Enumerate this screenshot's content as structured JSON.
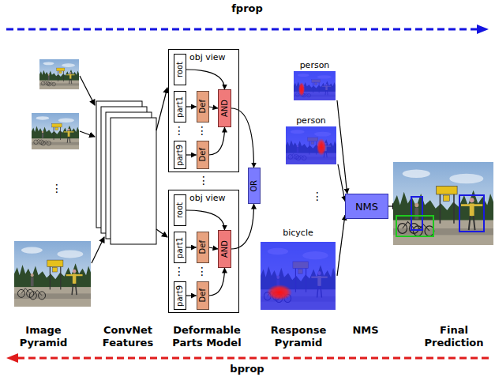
{
  "diagram": {
    "nodes": [
      {
        "text": [
          "obj view"
        ]
      },
      {
        "text": [
          "root"
        ],
        "in": 0
      },
      {
        "text": [
          "part1"
        ],
        "in": 0
      },
      {
        "text": [
          "Def"
        ],
        "in": 0
      },
      {
        "text": [
          "part9"
        ],
        "in": 0
      },
      {
        "text": [
          "Def"
        ],
        "in": 0
      },
      {
        "text": [
          "AND"
        ],
        "in": 0
      },
      {
        "text": [
          "obj view"
        ]
      },
      {
        "text": [
          "root"
        ],
        "in": 7
      },
      {
        "text": [
          "part1"
        ],
        "in": 7
      },
      {
        "text": [
          "Def"
        ],
        "in": 7
      },
      {
        "text": [
          "part9"
        ],
        "in": 7
      },
      {
        "text": [
          "Def"
        ],
        "in": 7
      },
      {
        "text": [
          "AND"
        ],
        "in": 7
      },
      {
        "text": [
          "OR"
        ]
      },
      {
        "text": [
          "person"
        ]
      },
      {
        "text": [
          "person"
        ]
      },
      {
        "text": [
          "bicycle"
        ]
      },
      {
        "text": [
          "NMS"
        ]
      }
    ],
    "edges": [
      {
        "from": 1,
        "to": 6,
        "arrow": "to"
      },
      {
        "from": 2,
        "to": 3,
        "arrow": "to"
      },
      {
        "from": 3,
        "to": 6,
        "arrow": "to"
      },
      {
        "from": 4,
        "to": 5,
        "arrow": "to"
      },
      {
        "from": 5,
        "to": 6,
        "arrow": "to"
      },
      {
        "from": 6,
        "to": 14,
        "arrow": "to"
      },
      {
        "from": 8,
        "to": 13,
        "arrow": "to"
      },
      {
        "from": 9,
        "to": 10,
        "arrow": "to"
      },
      {
        "from": 10,
        "to": 13,
        "arrow": "to"
      },
      {
        "from": 11,
        "to": 12,
        "arrow": "to"
      },
      {
        "from": 12,
        "to": 13,
        "arrow": "to"
      },
      {
        "from": 13,
        "to": 14,
        "arrow": "to"
      },
      {
        "from": 15,
        "to": 18,
        "arrow": "to"
      },
      {
        "from": 16,
        "to": 18,
        "arrow": "to"
      },
      {
        "from": 17,
        "to": 18,
        "arrow": "to"
      }
    ],
    "labels": [
      "fprop",
      "bprop",
      "⋮",
      "⋮",
      "⋮",
      "⋮",
      "⋮",
      "⋮",
      "⋮",
      "Image Pyramid",
      "ConvNet Features",
      "Deformable Parts Model",
      "Response Pyramid",
      "NMS",
      "Final Prediction"
    ]
  }
}
